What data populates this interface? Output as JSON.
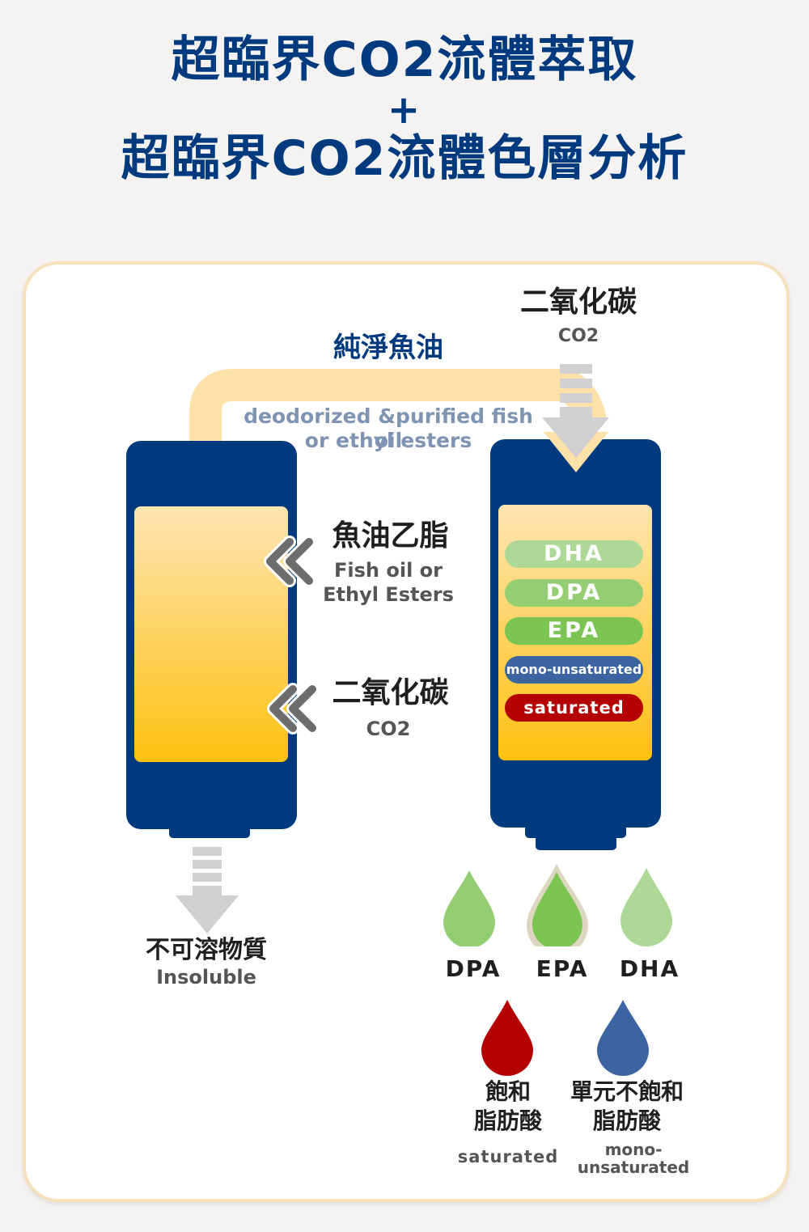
{
  "header": {
    "title_line1": "超臨界CO2流體萃取",
    "plus": "+",
    "title_line2": "超臨界CO2流體色層分析"
  },
  "top_co2": {
    "cn": "二氧化碳",
    "en": "CO2"
  },
  "pipe": {
    "cn": "純淨魚油",
    "en_line1": "deodorized &purified fish oil",
    "en_line2": "or ethyl esters"
  },
  "inputs": [
    {
      "cn": "魚油乙脂",
      "en_line1": "Fish oil or",
      "en_line2": "Ethyl Esters"
    },
    {
      "cn": "二氧化碳",
      "en_line1": "CO2"
    }
  ],
  "insoluble": {
    "cn": "不可溶物質",
    "en": "Insoluble"
  },
  "layers": [
    {
      "label": "DHA",
      "color": "#add896"
    },
    {
      "label": "DPA",
      "color": "#95cd73"
    },
    {
      "label": "EPA",
      "color": "#7cc552"
    },
    {
      "label": "mono-unsaturated",
      "color": "#3c64a0"
    },
    {
      "label": "saturated",
      "color": "#b50000"
    }
  ],
  "drops_top": [
    {
      "label": "DPA",
      "color": "#95cd73"
    },
    {
      "label": "EPA",
      "color": "#7cc552",
      "outline": "#ddd6c1"
    },
    {
      "label": "DHA",
      "color": "#add896"
    }
  ],
  "drops_bottom": [
    {
      "cn_line1": "飽和",
      "cn_line2": "脂肪酸",
      "en_line1": "saturated",
      "color": "#b50000"
    },
    {
      "cn_line1": "單元不飽和",
      "cn_line2": "脂肪酸",
      "en_line1": "mono-",
      "en_line2": "unsaturated",
      "color": "#3c64a0"
    }
  ],
  "colors": {
    "brand_navy": "#003a7e",
    "pipe_cream": "#fde1a8",
    "arrow_gray": "#d0d0d0",
    "pipe_text": "#7f94b2"
  }
}
